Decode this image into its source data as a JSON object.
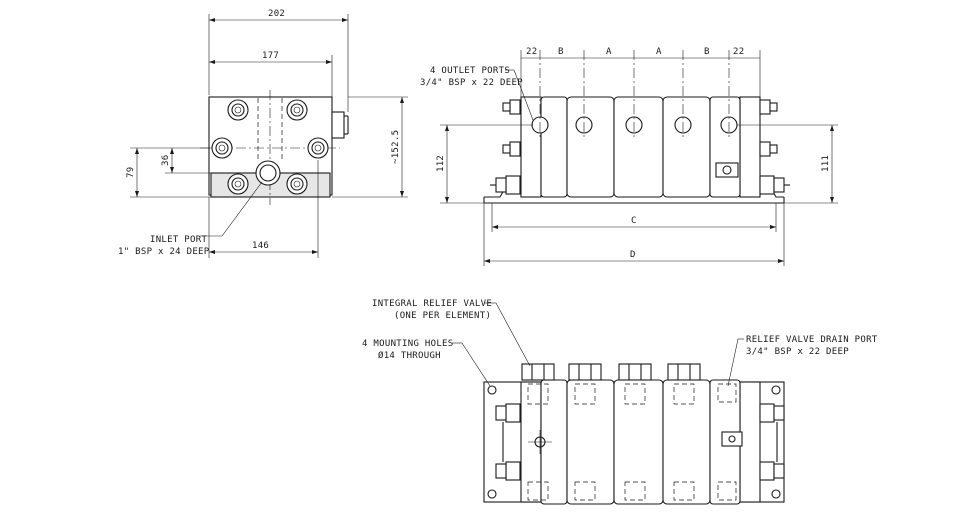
{
  "dimensions": {
    "top_width": "202",
    "inner_width": "177",
    "height_152": "~152.5",
    "height_79": "79",
    "height_36": "36",
    "width_146": "146",
    "front_22_left": "22",
    "front_b_left": "B",
    "front_a_left": "A",
    "front_a_right": "A",
    "front_b_right": "B",
    "front_22_right": "22",
    "front_112": "112",
    "front_111": "111",
    "front_c": "C",
    "front_d": "D"
  },
  "labels": {
    "outlet_ports_line1": "4 OUTLET PORTS",
    "outlet_ports_line2": "3/4\" BSP x 22 DEEP",
    "inlet_port_line1": "INLET PORT",
    "inlet_port_line2": "1\" BSP x 24 DEEP",
    "relief_valve_line1": "INTEGRAL RELIEF VALVE",
    "relief_valve_line2": "(ONE PER ELEMENT)",
    "mounting_holes_line1": "4 MOUNTING HOLES",
    "mounting_holes_line2": "Ø14 THROUGH",
    "drain_port_line1": "RELIEF VALVE DRAIN PORT",
    "drain_port_line2": "3/4\" BSP x 22 DEEP"
  }
}
